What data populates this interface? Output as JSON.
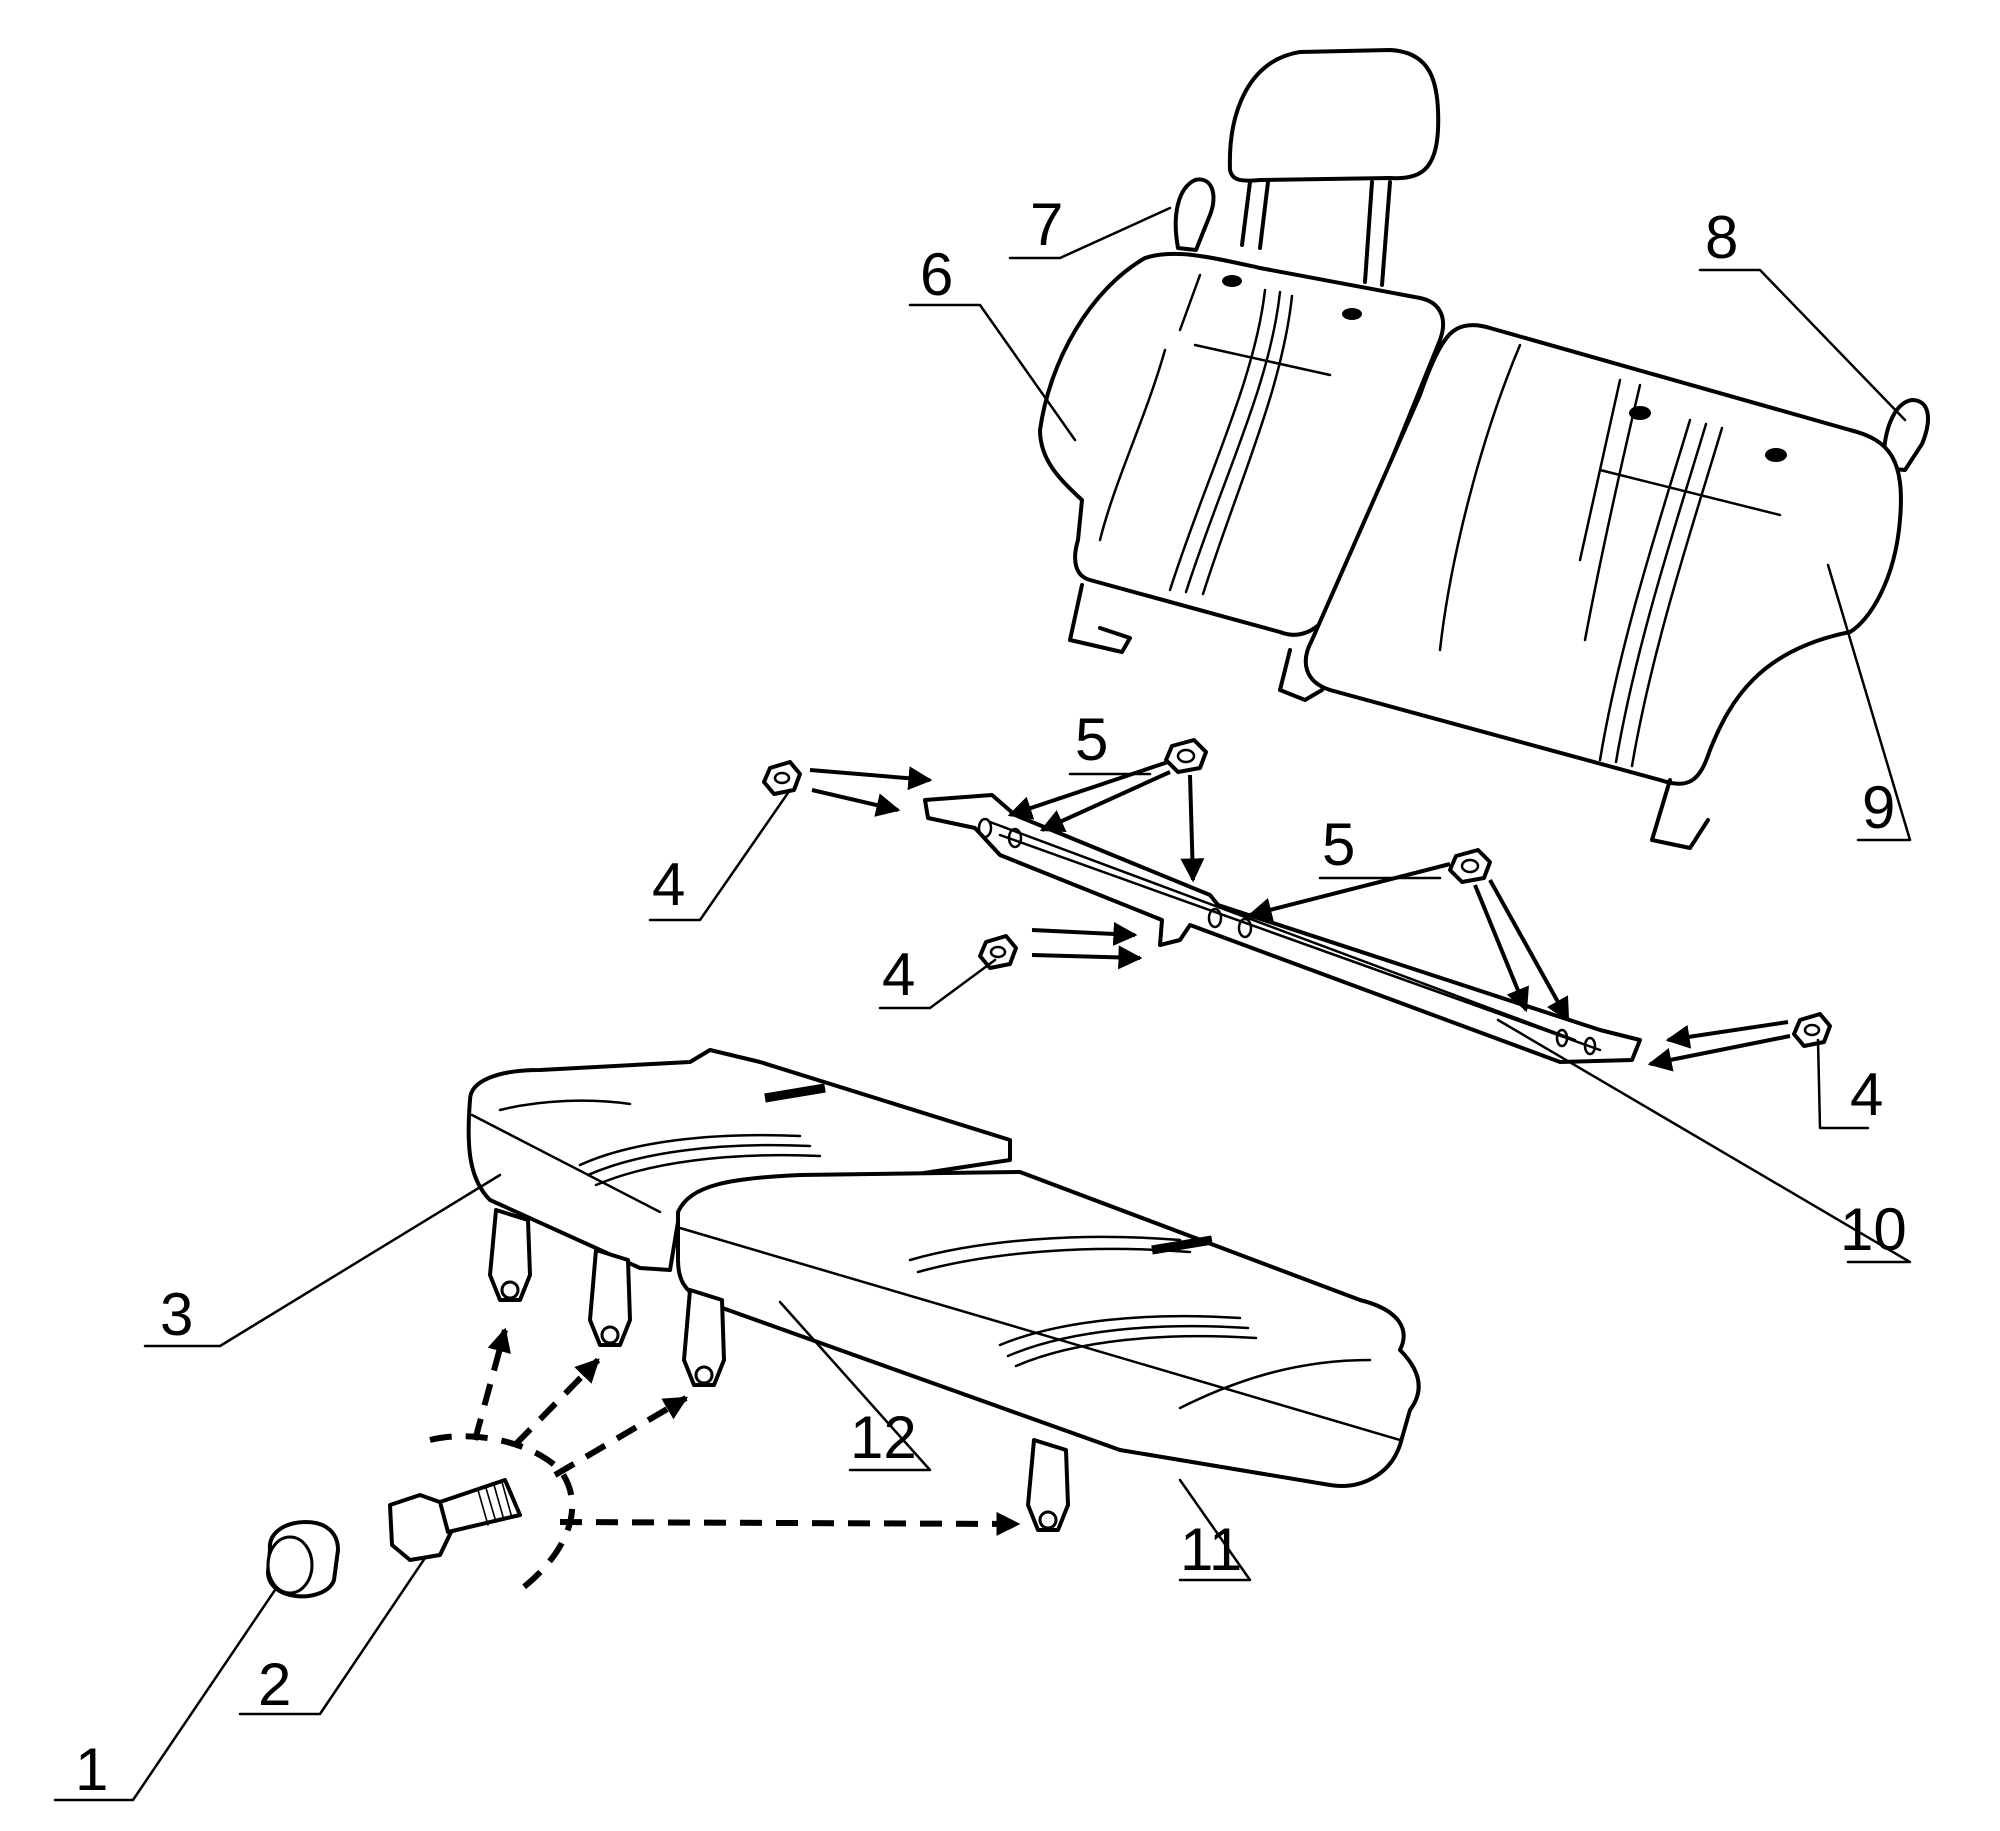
{
  "callouts": {
    "c1": "1",
    "c2": "2",
    "c3": "3",
    "c4a": "4",
    "c4b": "4",
    "c4c": "4",
    "c5a": "5",
    "c5b": "5",
    "c6": "6",
    "c7": "7",
    "c8": "8",
    "c9": "9",
    "c10": "10",
    "c11": "11",
    "c12": "12"
  }
}
